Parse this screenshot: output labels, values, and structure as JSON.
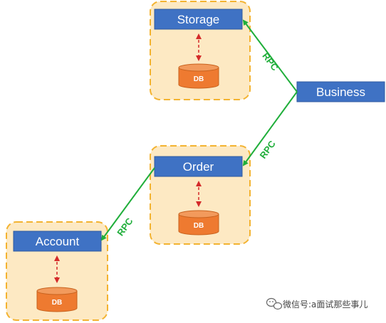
{
  "services": {
    "storage": {
      "label": "Storage",
      "db": "DB"
    },
    "order": {
      "label": "Order",
      "db": "DB"
    },
    "account": {
      "label": "Account",
      "db": "DB"
    },
    "business": {
      "label": "Business"
    }
  },
  "connections": {
    "business_storage": "RPC",
    "business_order": "RPC",
    "order_account": "RPC"
  },
  "watermark": {
    "text": "微信号:a面试那些事儿",
    "icon": "wechat-icon"
  },
  "colors": {
    "service_fill": "#3f72c4",
    "container_fill": "#fde9c3",
    "container_border": "#f3b331",
    "db_fill": "#ee7a30",
    "rpc_line": "#1fae3a",
    "db_link": "#d42a2a"
  }
}
